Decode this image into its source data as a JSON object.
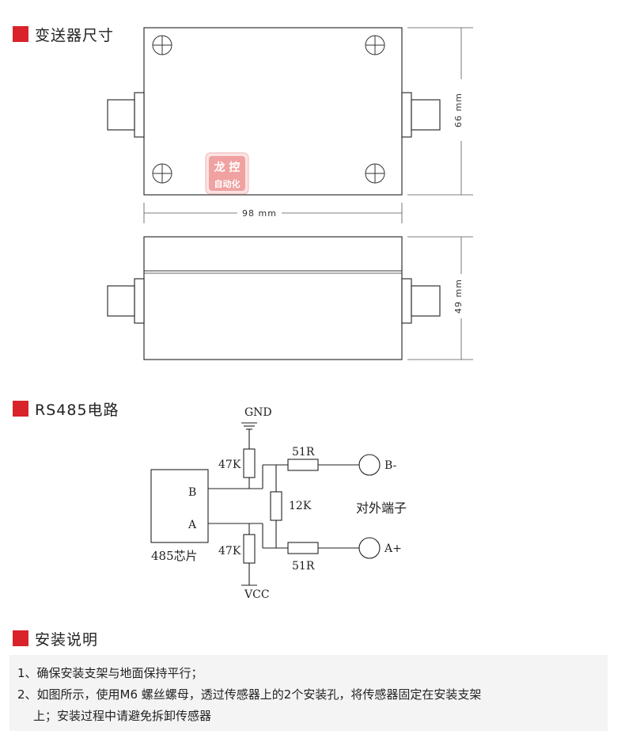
{
  "sections": {
    "dimensions_title": "变送器尺寸",
    "rs485_title": "RS485电路",
    "install_title": "安装说明"
  },
  "dimensions": {
    "width_label": "98 mm",
    "height_label": "66 mm",
    "depth_label": "49 mm"
  },
  "watermark": {
    "line1": "龙 控",
    "line2": "自动化"
  },
  "circuit": {
    "gnd": "GND",
    "vcc": "VCC",
    "r_top": "47K",
    "r_bottom": "47K",
    "r_mid": "12K",
    "r_b_series": "51R",
    "r_a_series": "51R",
    "pin_b": "B",
    "pin_a": "A",
    "chip": "485芯片",
    "term_b": "B-",
    "term_a": "A+",
    "external": "对外端子"
  },
  "install": {
    "line1": "1、确保安装支架与地面保持平行；",
    "line2": "2、如图所示，使用M6 螺丝螺母，透过传感器上的2个安装孔，将传感器固定在安装支架",
    "line3": "上；安装过程中请避免拆卸传感器"
  }
}
